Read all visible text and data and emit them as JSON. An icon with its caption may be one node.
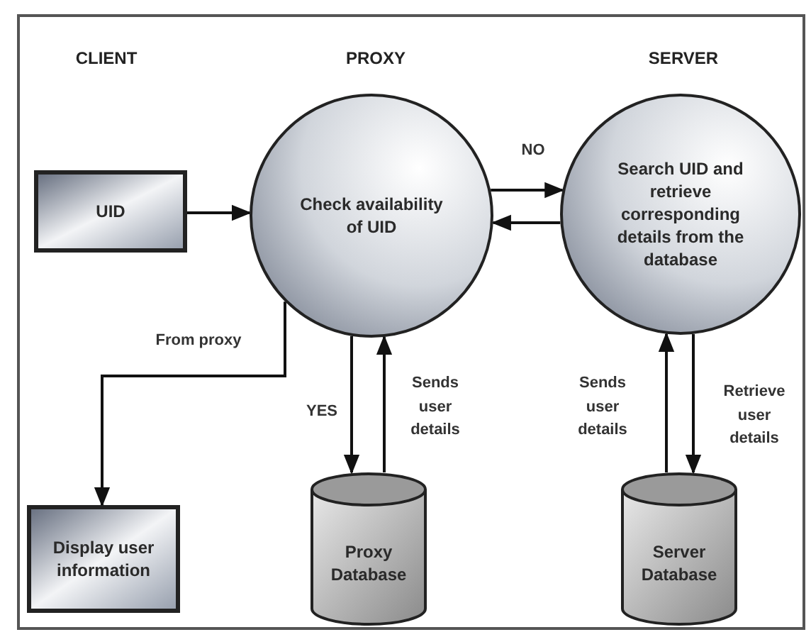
{
  "diagram": {
    "nodes": [
      {
        "text": [
          "UID"
        ]
      },
      {
        "text": [
          "Check availability of UID"
        ]
      },
      {
        "text": [
          "Search UID and retrieve corresponding details from the database"
        ]
      },
      {
        "text": [
          "Display user information"
        ]
      },
      {
        "text": [
          "Proxy Database"
        ]
      },
      {
        "text": [
          "Server Database"
        ]
      }
    ],
    "edges": [
      {
        "from": 0,
        "to": 1,
        "arrow": "to"
      },
      {
        "from": 1,
        "to": 2,
        "arrow": "to",
        "label": "NO"
      },
      {
        "from": 2,
        "to": 1,
        "arrow": "to"
      },
      {
        "from": 1,
        "to": 3,
        "arrow": "to",
        "label": "From proxy"
      },
      {
        "from": 1,
        "to": 4,
        "arrow": "to",
        "label": "YES"
      },
      {
        "from": 4,
        "to": 1,
        "arrow": "to",
        "label": "Sends user details"
      },
      {
        "from": 5,
        "to": 2,
        "arrow": "to",
        "label": "Sends user details"
      },
      {
        "from": 2,
        "to": 5,
        "arrow": "to",
        "label": "Retrieve user details"
      }
    ],
    "labels": [
      "CLIENT",
      "PROXY",
      "SERVER"
    ]
  }
}
